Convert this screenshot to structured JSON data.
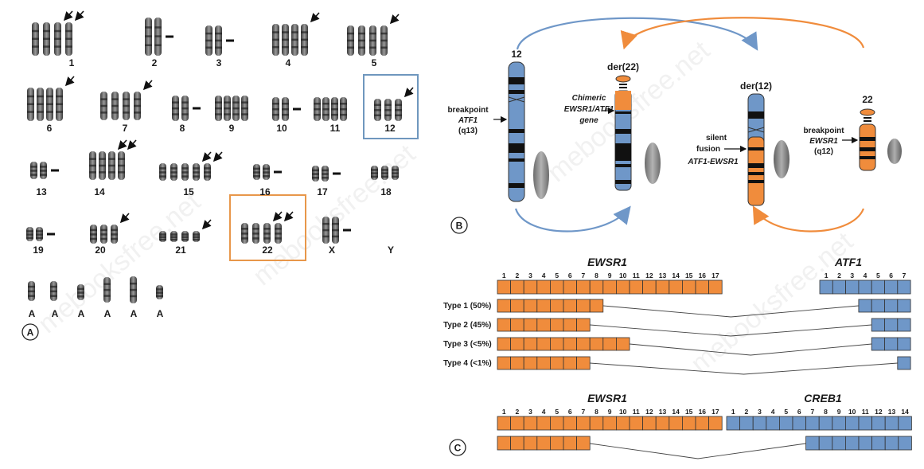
{
  "watermark": "mebooksfree.net",
  "panels": {
    "A": {
      "label": "A",
      "chromosome_labels": [
        "1",
        "2",
        "3",
        "4",
        "5",
        "6",
        "7",
        "8",
        "9",
        "10",
        "11",
        "12",
        "13",
        "14",
        "15",
        "16",
        "17",
        "18",
        "19",
        "20",
        "21",
        "22",
        "X",
        "Y"
      ],
      "extra_labels": [
        "A",
        "A",
        "A",
        "A",
        "A",
        "A"
      ],
      "highlight_color_12": "#6f97be",
      "highlight_color_22": "#e8974a"
    },
    "B": {
      "label": "B",
      "chr12": "12",
      "der22": "der(22)",
      "der12": "der(12)",
      "chr22": "22",
      "bp_atf1": [
        "breakpoint",
        "ATF1",
        "(q13)"
      ],
      "chimeric": [
        "Chimeric",
        "EWSR1/ATF1",
        "gene"
      ],
      "silent": [
        "silent",
        "fusion",
        "ATF1-EWSR1"
      ],
      "bp_ewsr1": [
        "breakpoint",
        "EWSR1",
        "(q12)"
      ],
      "blue": "#6f97c8",
      "orange": "#f08c3c"
    },
    "C": {
      "label": "C",
      "gene_ewsr1": "EWSR1",
      "gene_atf1": "ATF1",
      "gene_creb1": "CREB1",
      "ewsr1_exons": [
        "1",
        "2",
        "3",
        "4",
        "5",
        "6",
        "7",
        "8",
        "9",
        "10",
        "11",
        "12",
        "13",
        "14",
        "15",
        "16",
        "17"
      ],
      "atf1_exons": [
        "1",
        "2",
        "3",
        "4",
        "5",
        "6",
        "7"
      ],
      "creb1_exons": [
        "1",
        "2",
        "3",
        "4",
        "5",
        "6",
        "7",
        "8",
        "9",
        "10",
        "11",
        "12",
        "13",
        "14"
      ],
      "types": [
        {
          "label": "Type 1 (50%)",
          "ewsr1_exons": 8,
          "atf1_from": 4
        },
        {
          "label": "Type 2 (45%)",
          "ewsr1_exons": 7,
          "atf1_from": 5
        },
        {
          "label": "Type 3 (<5%)",
          "ewsr1_exons": 10,
          "atf1_from": 5
        },
        {
          "label": "Type 4 (<1%)",
          "ewsr1_exons": 7,
          "atf1_from": 7
        }
      ],
      "creb1_fusion": {
        "ewsr1_exons": 7,
        "creb1_from": 7
      }
    }
  }
}
